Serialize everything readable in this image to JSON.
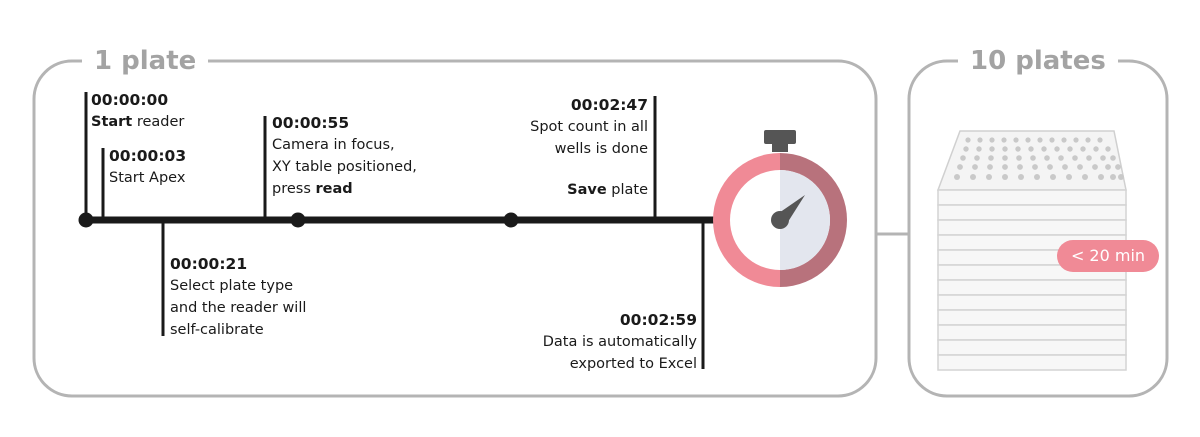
{
  "panels": {
    "one_plate": {
      "title": "1 plate"
    },
    "ten_plates": {
      "title": "10 plates"
    }
  },
  "events": [
    {
      "time": "00:00:00",
      "bold": "Start",
      "rest": " reader"
    },
    {
      "time": "00:00:03",
      "line1": "Start Apex"
    },
    {
      "time": "00:00:21",
      "line1": "Select plate type",
      "line2": "and the reader will",
      "line3": "self-calibrate"
    },
    {
      "time": "00:00:55",
      "line1": "Camera in focus,",
      "line2": "XY table positioned,",
      "pre": "press ",
      "bold": "read"
    },
    {
      "time": "00:02:47",
      "line1": "Spot count in all",
      "line2": "wells is done",
      "bold": "Save",
      "rest": " plate"
    },
    {
      "time": "00:02:59",
      "line1": "Data is automatically",
      "line2": "exported to Excel"
    }
  ],
  "ten_plates_badge": "< 20 min",
  "colors": {
    "frame": "#b4b4b4",
    "title_gray": "#a3a3a3",
    "timeline": "#1a1a1a",
    "stopwatch_pink": "#f08a96",
    "stopwatch_dark_pink": "#b8727c",
    "stopwatch_face": "#e3e6ee",
    "stopwatch_hand": "#555555"
  },
  "icons": [
    "stopwatch-icon",
    "plate-stack-icon"
  ]
}
